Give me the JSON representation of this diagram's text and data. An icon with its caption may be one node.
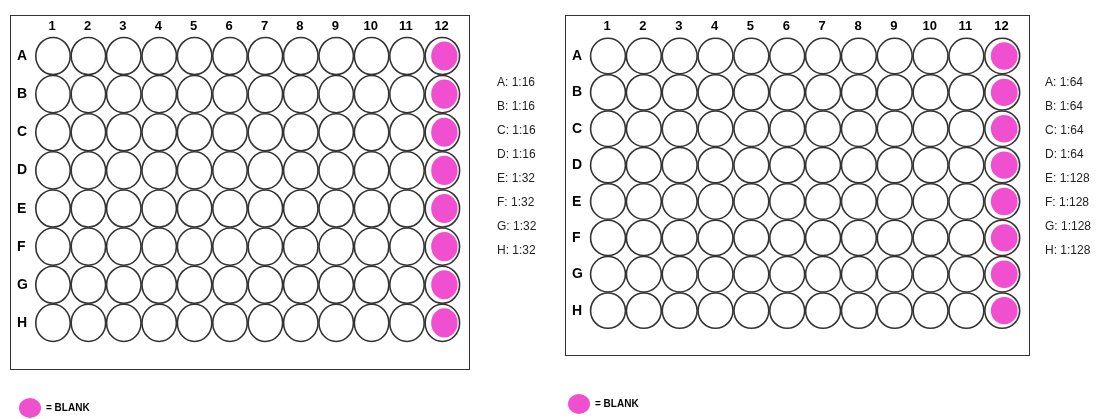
{
  "diagram": {
    "labels": [
      "1",
      "2",
      "3",
      "4",
      "5",
      "6",
      "7",
      "8",
      "9",
      "10",
      "11",
      "12",
      "A",
      "B",
      "C",
      "D",
      "E",
      "F",
      "G",
      "H",
      "A: 1:16",
      "B: 1:16",
      "C: 1:16",
      "D: 1:16",
      "E: 1:32",
      "F: 1:32",
      "G: 1:32",
      "H: 1:32",
      "1",
      "2",
      "3",
      "4",
      "5",
      "6",
      "7",
      "8",
      "9",
      "10",
      "11",
      "12",
      "A",
      "B",
      "C",
      "D",
      "E",
      "F",
      "G",
      "H",
      "A: 1:64",
      "B: 1:64",
      "C: 1:64",
      "D: 1:64",
      "E: 1:128",
      "F: 1:128",
      "G: 1:128",
      "H: 1:128"
    ],
    "legend": [
      {
        "text": "= BLANK",
        "color": "#f04fd0"
      },
      {
        "text": "= BLANK",
        "color": "#f04fd0"
      }
    ]
  }
}
